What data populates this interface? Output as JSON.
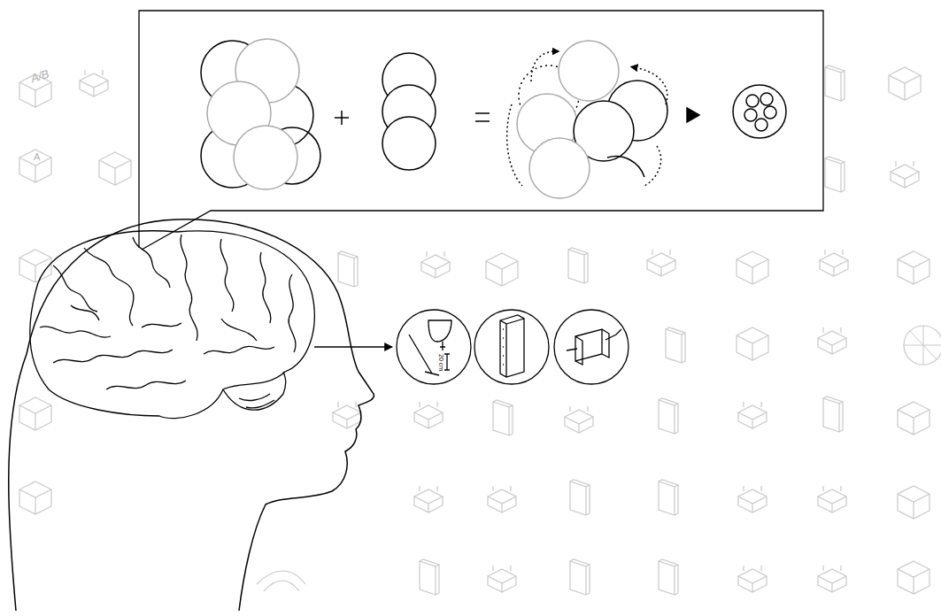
{
  "diagram": {
    "labels": [
      "A/B",
      "A",
      "20 cm"
    ]
  }
}
